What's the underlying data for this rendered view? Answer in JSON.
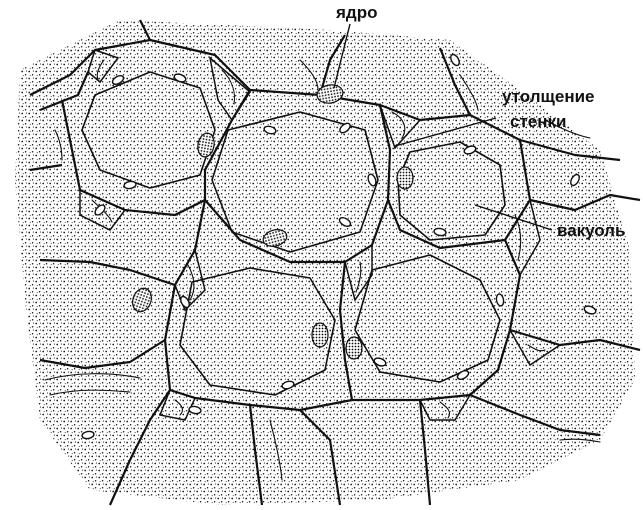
{
  "labels": {
    "nucleus": "ядро",
    "wall_thickening_line1": "утолщение",
    "wall_thickening_line2": "стенки",
    "vacuole": "вакуоль"
  },
  "colors": {
    "ink": "#111111",
    "background": "#ffffff",
    "vacuole_fill": "#ffffff"
  }
}
